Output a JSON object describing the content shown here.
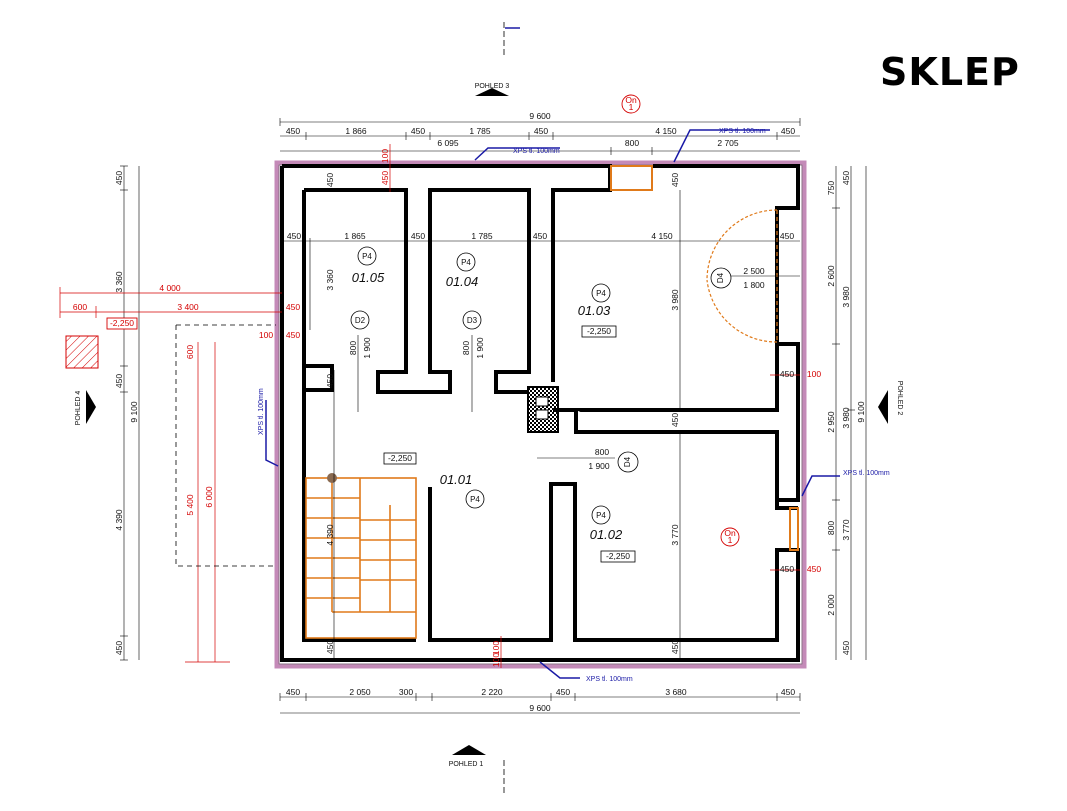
{
  "title": "SKLEP",
  "views": {
    "top": "POHLED 3",
    "bottom": "POHLED 1",
    "left": "POHLED 4",
    "right": "POHLED 2"
  },
  "dims": {
    "top_total": "9 600",
    "top_row1": [
      "450",
      "1 866",
      "450",
      "1 785",
      "450",
      "4 150",
      "450"
    ],
    "top_row2": [
      "6 095",
      "800",
      "2 705"
    ],
    "inner_row": [
      "450",
      "1 865",
      "450",
      "1 785",
      "450",
      "4 150",
      "450"
    ],
    "bottom_row": [
      "450",
      "2 050",
      "300",
      "2 220",
      "450",
      "3 680",
      "450"
    ],
    "bottom_total": "9 600",
    "left_outer": [
      "450",
      "3 360",
      "450",
      "4 390",
      "450"
    ],
    "left_total": "9 100",
    "right_inner": [
      "750",
      "2 600",
      "2 950",
      "800",
      "2 000"
    ],
    "right_mid": [
      "3 980",
      "3 770"
    ],
    "right_outer": [
      "450",
      "3 980",
      "9 100",
      "450"
    ],
    "red_left": [
      "4 000",
      "600",
      "3 400",
      "450",
      "450",
      "100",
      "450"
    ],
    "red_top": [
      "100",
      "450"
    ],
    "red_vert": [
      "600",
      "5 400",
      "6 000"
    ],
    "interior": [
      "3 360",
      "450",
      "450",
      "450",
      "3 980",
      "450",
      "3 770",
      "450",
      "450",
      "450",
      "450",
      "100",
      "100",
      "450",
      "100",
      "4 390"
    ],
    "door_dims": [
      "800",
      "1 900",
      "800",
      "1 900",
      "800",
      "1 900",
      "2 500",
      "1 800"
    ]
  },
  "rooms": [
    {
      "id": "01.01",
      "floor": "P4",
      "level": "-2,250"
    },
    {
      "id": "01.02",
      "floor": "P4",
      "level": "-2,250"
    },
    {
      "id": "01.03",
      "floor": "P4",
      "level": "-2,250"
    },
    {
      "id": "01.04",
      "floor": "P4",
      "level": ""
    },
    {
      "id": "01.05",
      "floor": "P4",
      "level": ""
    }
  ],
  "doors": [
    "D2",
    "D3",
    "D4",
    "D4"
  ],
  "windows": [
    {
      "label": "On",
      "num": "1"
    },
    {
      "label": "On",
      "num": "1"
    }
  ],
  "outside_level": "-2,250",
  "insulation": "XPS tl. 100mm"
}
